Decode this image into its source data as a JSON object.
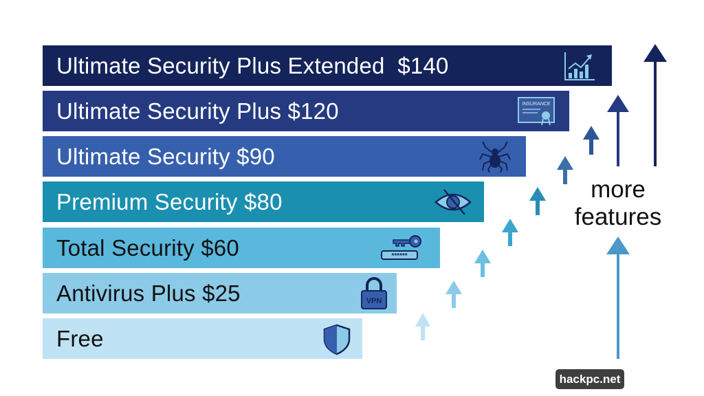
{
  "tiers": [
    {
      "label": "Ultimate Security Plus Extended  $140",
      "icon": "growth-chart-icon",
      "color": "#14245a",
      "text_color": "#ffffff"
    },
    {
      "label": "Ultimate Security Plus $120",
      "icon": "insurance-certificate-icon",
      "icon_text": "INSURANCE",
      "color": "#253a80",
      "text_color": "#ffffff"
    },
    {
      "label": "Ultimate Security $90",
      "icon": "spider-icon",
      "color": "#3660ad",
      "text_color": "#ffffff"
    },
    {
      "label": "Premium Security $80",
      "icon": "eye-slash-icon",
      "color": "#1a8fb0",
      "text_color": "#ffffff"
    },
    {
      "label": "Total Security $60",
      "icon": "key-password-icon",
      "icon_text": "******",
      "color": "#5bb8dd",
      "text_color": "#111111"
    },
    {
      "label": "Antivirus Plus $25",
      "icon": "vpn-lock-icon",
      "icon_text": "VPN",
      "color": "#8ccbe8",
      "text_color": "#111111"
    },
    {
      "label": "Free",
      "icon": "shield-icon",
      "color": "#bfe2f4",
      "text_color": "#111111"
    }
  ],
  "side_label": {
    "line1": "more",
    "line2": "features"
  },
  "watermark": "hackpc.net"
}
